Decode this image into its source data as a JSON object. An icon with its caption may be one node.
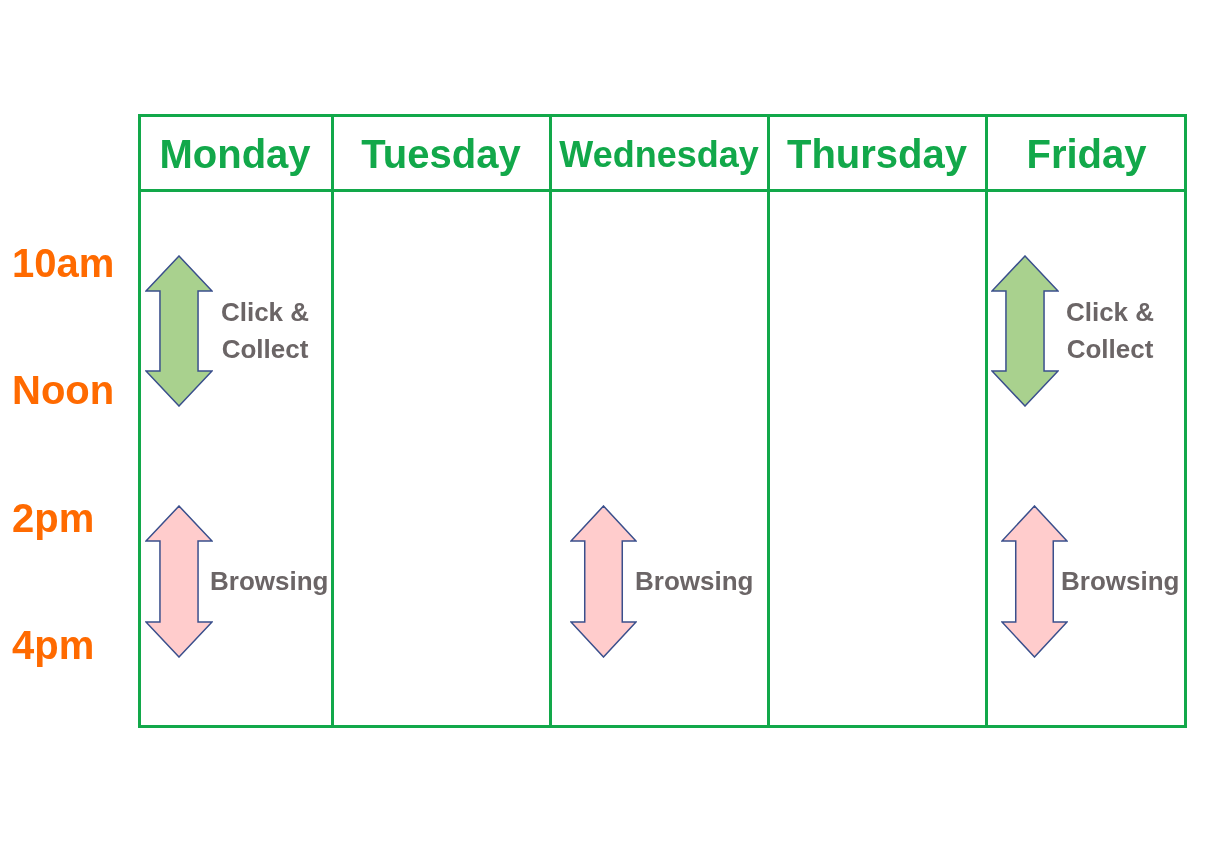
{
  "diagram": {
    "nodes": [
      {
        "text": [],
        "shape": "arrow",
        "beside": [
          "Click & Collect"
        ]
      },
      {
        "text": [],
        "shape": "arrow",
        "beside": [
          "Browsing"
        ]
      },
      {
        "text": [],
        "shape": "arrow",
        "beside": [
          "Browsing"
        ]
      },
      {
        "text": [],
        "shape": "arrow",
        "beside": [
          "Click & Collect"
        ]
      },
      {
        "text": [],
        "shape": "arrow",
        "beside": [
          "Browsing"
        ]
      }
    ],
    "edges": [],
    "labels": [
      "Monday",
      "Tuesday",
      "Wednesday",
      "Thursday",
      "Friday",
      "10am",
      "Noon",
      "2pm",
      "4pm"
    ]
  }
}
